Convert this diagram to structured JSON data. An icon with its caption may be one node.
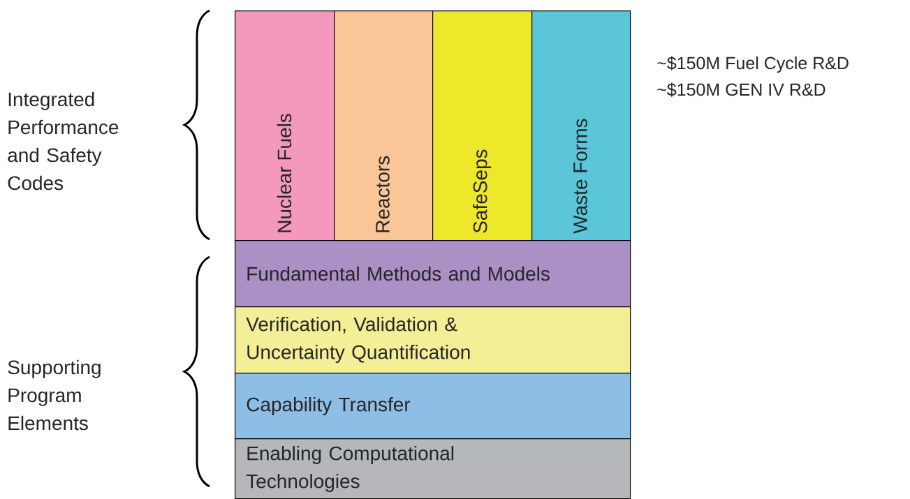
{
  "diagram": {
    "nodes": [
      {
        "text": [
          "Nuclear Fuels"
        ]
      },
      {
        "text": [
          "Reactors"
        ]
      },
      {
        "text": [
          "SafeSeps"
        ]
      },
      {
        "text": [
          "Waste Forms"
        ]
      },
      {
        "text": [
          "Fundamental Methods and Models"
        ]
      },
      {
        "text": [
          "Verification, Validation & Uncertainty Quantification"
        ]
      },
      {
        "text": [
          "Capability Transfer"
        ]
      },
      {
        "text": [
          "Enabling Computational Technologies"
        ]
      }
    ],
    "labels": [
      "Integrated Performance and Safety Codes",
      "Supporting Program Elements",
      "~$150M Fuel Cycle R&D",
      "~$150M GEN IV R&D"
    ]
  }
}
